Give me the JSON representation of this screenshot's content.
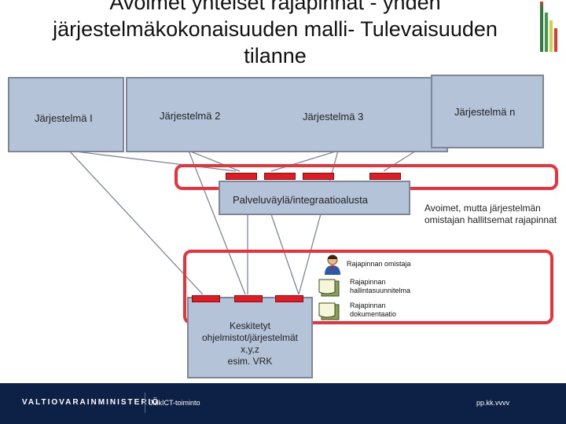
{
  "slide": {
    "title": "Avoimet yhteiset rajapinnat - yhden järjestelmäkokonaisuuden malli- Tulevaisuuden tilanne",
    "title_lines": [
      "Avoimet yhteiset rajapinnat - yhden",
      "järjestelmäkokonaisuuden malli- Tulevaisuuden",
      "tilanne"
    ]
  },
  "systems": [
    {
      "label": "Järjestelmä I"
    },
    {
      "label": "Järjestelmä  2"
    },
    {
      "label": "Järjestelmä  3"
    },
    {
      "label": "Järjestelmä  n"
    }
  ],
  "service_bus": {
    "label": "Palveluväylä/integraatioalusta"
  },
  "open_interfaces_note": "Avoimet, mutta järjestelmän omistajan hallitsemat rajapinnat",
  "central": {
    "lines": [
      "Keskitetyt",
      "ohjelmistot/järjestelmät",
      "x,y,z",
      "esim. VRK"
    ]
  },
  "legend": [
    {
      "label": "Rajapinnan omistaja",
      "icon": "person-icon"
    },
    {
      "label": "Rajapinnan hallintasuunnitelma",
      "icon": "document-icon"
    },
    {
      "label": "Rajapinnan dokumentaatio",
      "icon": "document-icon"
    }
  ],
  "footer": {
    "ministry": "VALTIOVARAINMINISTERIÖ",
    "unit": "JulkICT-toiminto",
    "date": "pp.kk.vvvv"
  },
  "colors": {
    "box_fill": "#b4c3d8",
    "accent_red": "#e01b24",
    "footer_bg": "#0d2045"
  }
}
